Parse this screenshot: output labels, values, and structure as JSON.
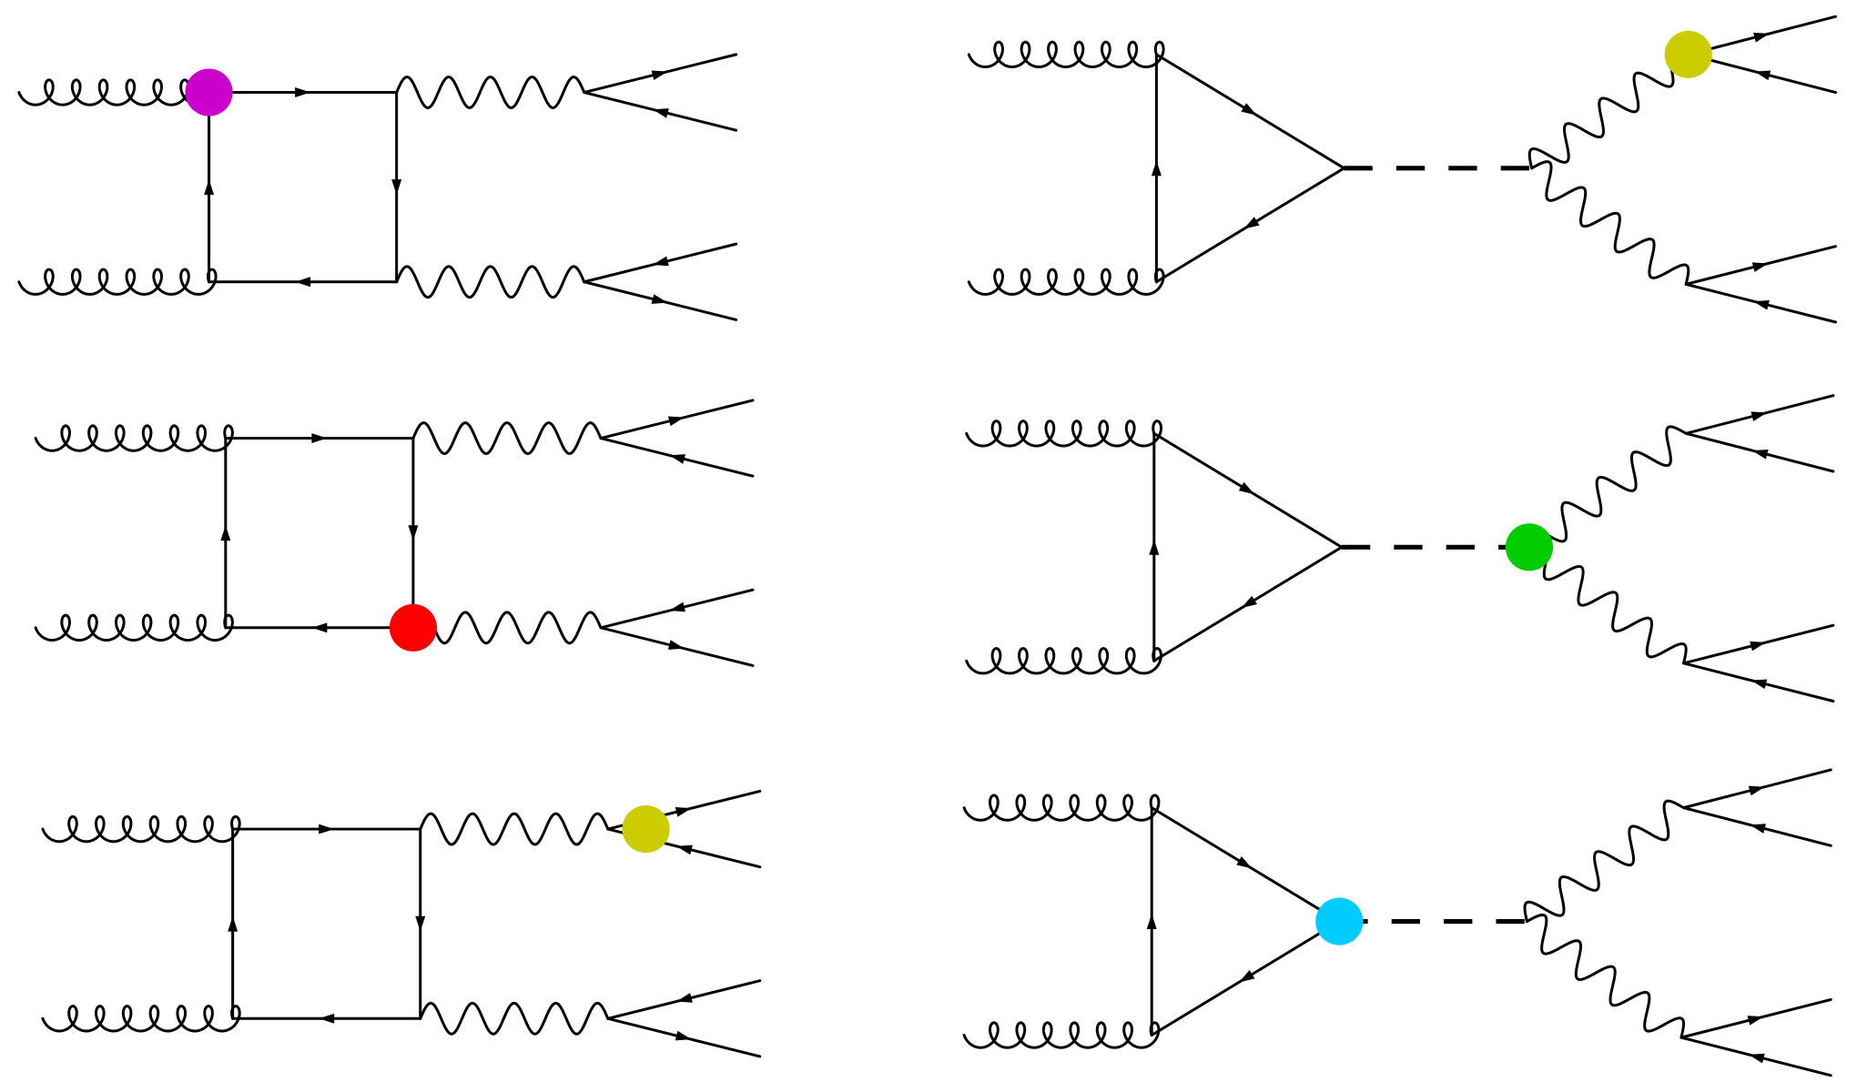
{
  "figure": {
    "diagrams": [
      {
        "id": "box-1",
        "topology": "box",
        "lines": [
          "gluon-in",
          "gluon-in",
          "fermion-loop",
          "vector-boson",
          "vector-boson",
          "fermion-pair",
          "fermion-pair"
        ],
        "vertex_marker": {
          "at": "box-top-left-vertex",
          "color": "#cc00cc"
        }
      },
      {
        "id": "box-2",
        "topology": "box",
        "lines": [
          "gluon-in",
          "gluon-in",
          "fermion-loop",
          "vector-boson",
          "vector-boson",
          "fermion-pair",
          "fermion-pair"
        ],
        "vertex_marker": {
          "at": "box-bottom-right-vertex",
          "color": "#ff0000"
        }
      },
      {
        "id": "box-3",
        "topology": "box",
        "lines": [
          "gluon-in",
          "gluon-in",
          "fermion-loop",
          "vector-boson",
          "vector-boson",
          "fermion-pair",
          "fermion-pair"
        ],
        "vertex_marker": {
          "at": "boson-decay-vertex-top",
          "color": "#cccc00"
        }
      },
      {
        "id": "triangle-1",
        "topology": "triangle",
        "lines": [
          "gluon-in",
          "gluon-in",
          "fermion-loop",
          "scalar-dashed",
          "vector-boson",
          "vector-boson",
          "fermion-pair",
          "fermion-pair"
        ],
        "vertex_marker": {
          "at": "boson-decay-vertex-top",
          "color": "#cccc00"
        }
      },
      {
        "id": "triangle-2",
        "topology": "triangle",
        "lines": [
          "gluon-in",
          "gluon-in",
          "fermion-loop",
          "scalar-dashed",
          "vector-boson",
          "vector-boson",
          "fermion-pair",
          "fermion-pair"
        ],
        "vertex_marker": {
          "at": "scalar-decay-vertex",
          "color": "#00cc00"
        }
      },
      {
        "id": "triangle-3",
        "topology": "triangle",
        "lines": [
          "gluon-in",
          "gluon-in",
          "fermion-loop",
          "scalar-dashed",
          "vector-boson",
          "vector-boson",
          "fermion-pair",
          "fermion-pair"
        ],
        "vertex_marker": {
          "at": "scalar-production-vertex",
          "color": "#00ccff"
        }
      }
    ],
    "colors": {
      "line": "#000000",
      "background": "#ffffff"
    }
  }
}
